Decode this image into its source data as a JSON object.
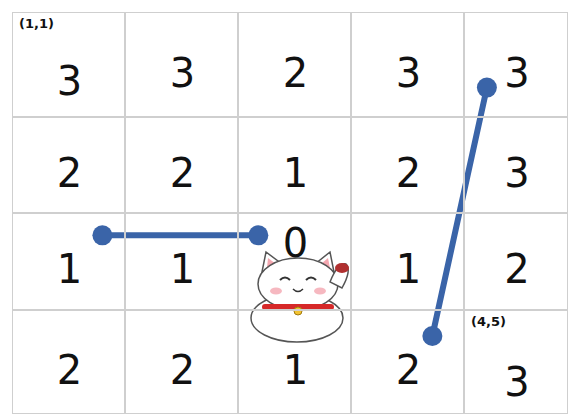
{
  "diagram": {
    "nodes": [
      {
        "text": [
          "(1,1)",
          "3"
        ]
      },
      {
        "text": [
          "3"
        ]
      },
      {
        "text": [
          "2"
        ]
      },
      {
        "text": [
          "3"
        ]
      },
      {
        "text": [
          "3"
        ]
      },
      {
        "text": [
          "2"
        ]
      },
      {
        "text": [
          "2"
        ]
      },
      {
        "text": [
          "1"
        ]
      },
      {
        "text": [
          "2"
        ]
      },
      {
        "text": [
          "3"
        ]
      },
      {
        "text": [
          "1"
        ]
      },
      {
        "text": [
          "1"
        ]
      },
      {
        "text": [
          "0"
        ]
      },
      {
        "text": [
          "1"
        ]
      },
      {
        "text": [
          "2"
        ]
      },
      {
        "text": [
          "2"
        ]
      },
      {
        "text": [
          "2"
        ]
      },
      {
        "text": [
          "1"
        ]
      },
      {
        "text": [
          "2"
        ]
      },
      {
        "text": [
          "(4,5)",
          "3"
        ]
      }
    ],
    "edges": [
      {
        "from": 10,
        "to": 12,
        "arrow": "none"
      },
      {
        "from": 18,
        "to": 4,
        "arrow": "none"
      }
    ]
  }
}
